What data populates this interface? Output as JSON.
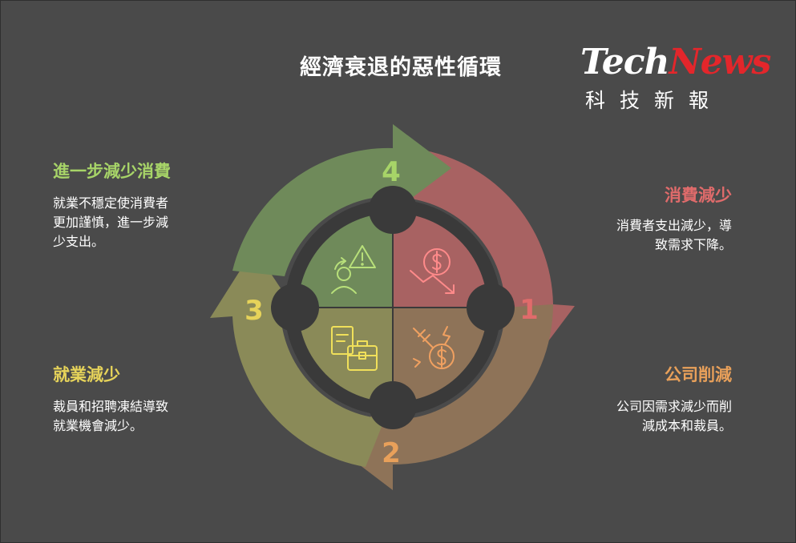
{
  "title": "經濟衰退的惡性循環",
  "logo": {
    "en_part1": "Tech",
    "en_part2": "News",
    "zh": "科技新報"
  },
  "colors": {
    "step1": "#e06b6b",
    "step2": "#e8a05a",
    "step3": "#e6d35a",
    "step4": "#a7d468"
  },
  "steps": [
    {
      "number": "1",
      "title": "消費減少",
      "desc_lines": [
        "消費者支出減少，導",
        "致需求下降。"
      ],
      "icon": "dollar-decline-icon"
    },
    {
      "number": "2",
      "title": "公司削減",
      "desc_lines": [
        "公司因需求減少而削",
        "減成本和裁員。"
      ],
      "icon": "cost-cut-icon"
    },
    {
      "number": "3",
      "title": "就業減少",
      "desc_lines": [
        "裁員和招聘凍結導致",
        "就業機會減少。"
      ],
      "icon": "job-briefcase-icon"
    },
    {
      "number": "4",
      "title": "進一步減少消費",
      "desc_lines": [
        "就業不穩定使消費者",
        "更加謹慎，進一步減",
        "少支出。"
      ],
      "icon": "cautious-consumer-icon"
    }
  ]
}
